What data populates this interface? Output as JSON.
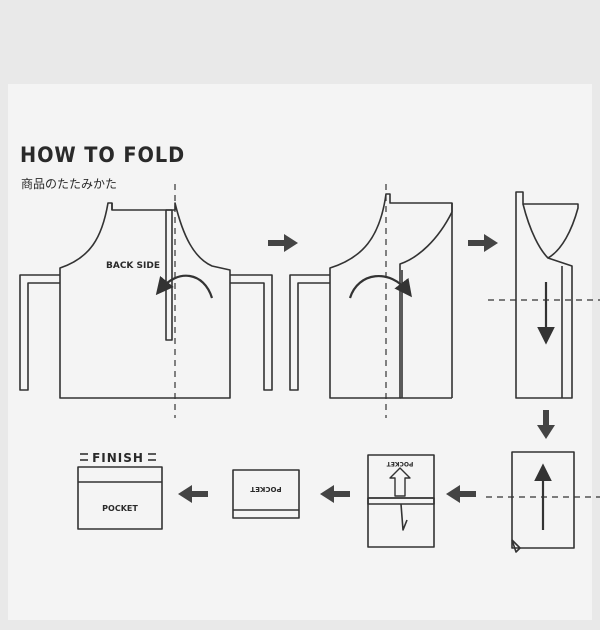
{
  "title": "HOW TO FOLD",
  "subtitle": "商品のたたみかた",
  "labels": {
    "back_side": "BACK SIDE",
    "finish": "FINISH",
    "pocket": "POCKET"
  }
}
